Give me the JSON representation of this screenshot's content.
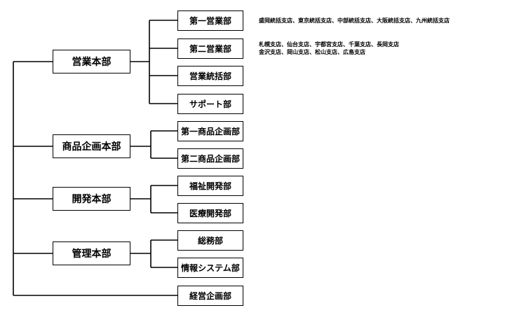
{
  "org": {
    "sales_hq": {
      "label": "営業本部",
      "departments": [
        {
          "label": "第一営業部",
          "note": [
            "盛岡統括支店、東京統括支店、中部統括支店、大阪統括支店、九州統括支店"
          ]
        },
        {
          "label": "第二営業部",
          "note": [
            "札幌支店、仙台支店、宇都宮支店、千葉支店、長岡支店",
            "金沢支店、岡山支店、松山支店、広島支店"
          ]
        },
        {
          "label": "営業統括部"
        },
        {
          "label": "サポート部"
        }
      ]
    },
    "product_hq": {
      "label": "商品企画本部",
      "departments": [
        {
          "label": "第一商品企画部"
        },
        {
          "label": "第二商品企画部"
        }
      ]
    },
    "dev_hq": {
      "label": "開発本部",
      "departments": [
        {
          "label": "福祉開発部"
        },
        {
          "label": "医療開発部"
        }
      ]
    },
    "admin_hq": {
      "label": "管理本部",
      "departments": [
        {
          "label": "総務部"
        },
        {
          "label": "情報システム部"
        }
      ]
    },
    "corporate_planning": {
      "label": "経営企画部"
    }
  }
}
